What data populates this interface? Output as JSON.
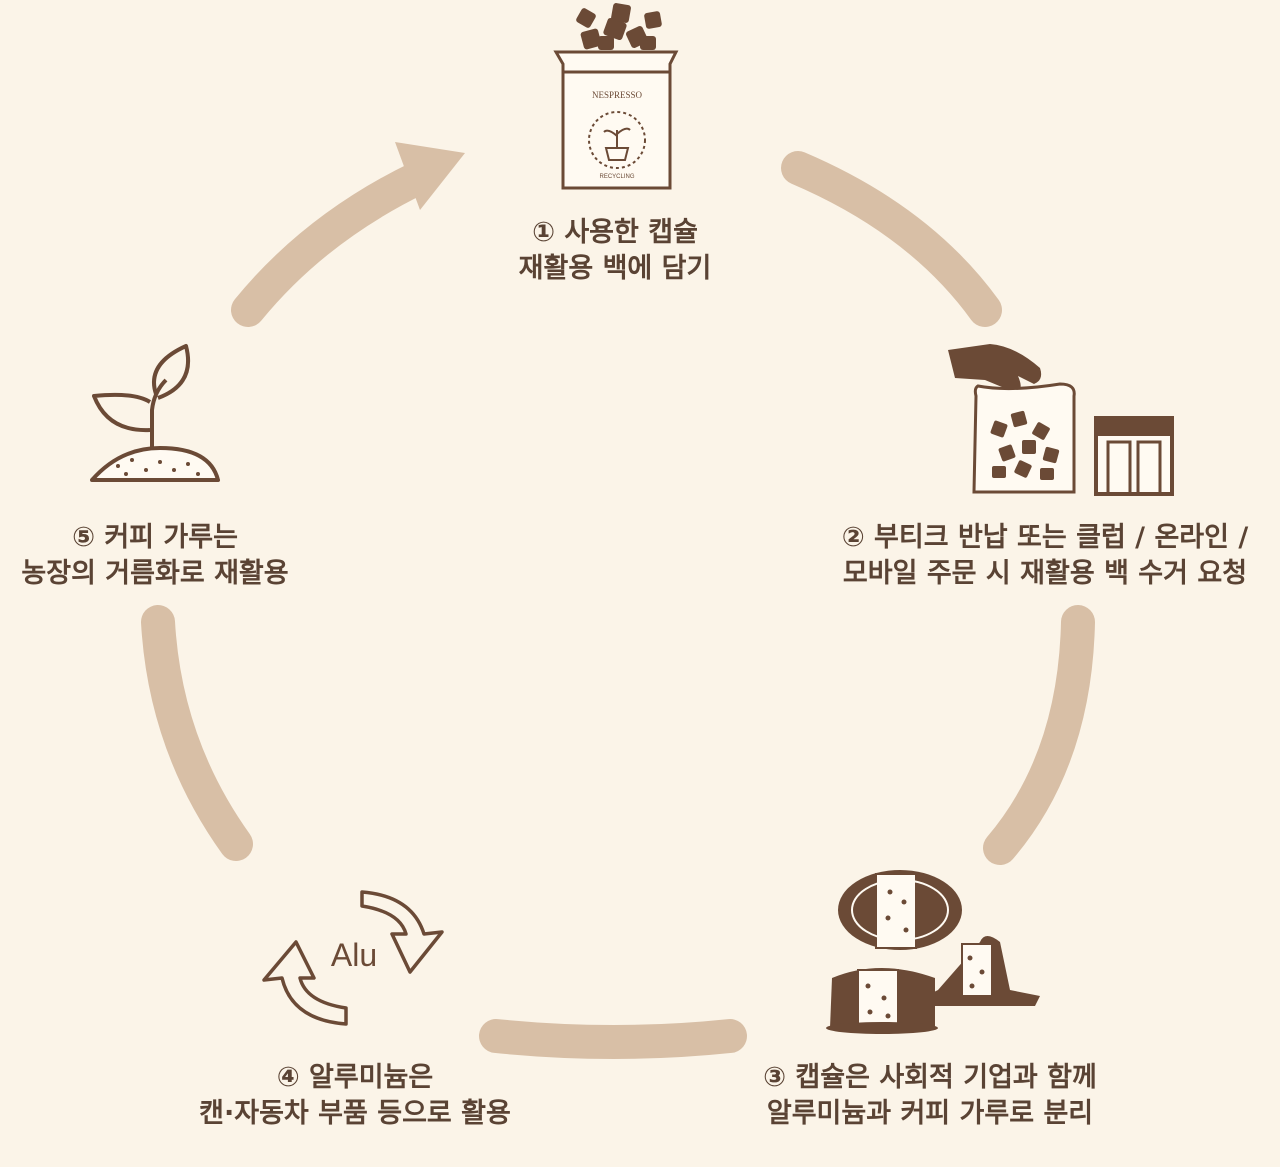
{
  "steps": [
    {
      "lines": [
        "① 사용한 캡슐",
        "재활용 백에 담기"
      ]
    },
    {
      "lines": [
        "② 부티크 반납 또는 클럽 / 온라인 /",
        "모바일 주문 시 재활용 백 수거 요청"
      ]
    },
    {
      "lines": [
        "③ 캡슐은 사회적 기업과 함께",
        "알루미늄과 커피 가루로 분리"
      ]
    },
    {
      "lines": [
        "④ 알루미늄은",
        "캔·자동차 부품 등으로 활용"
      ]
    },
    {
      "lines": [
        "⑤ 커피 가루는",
        "농장의 거름화로 재활용"
      ]
    }
  ],
  "bag": {
    "brand": "NESPRESSO",
    "ring_text": "RECYCLING"
  },
  "alu": {
    "text": "Alu"
  },
  "colors": {
    "background": "#fbf4e8",
    "arc": "#d8bfa6",
    "icon": "#6b4a36",
    "text": "#5a4334"
  }
}
